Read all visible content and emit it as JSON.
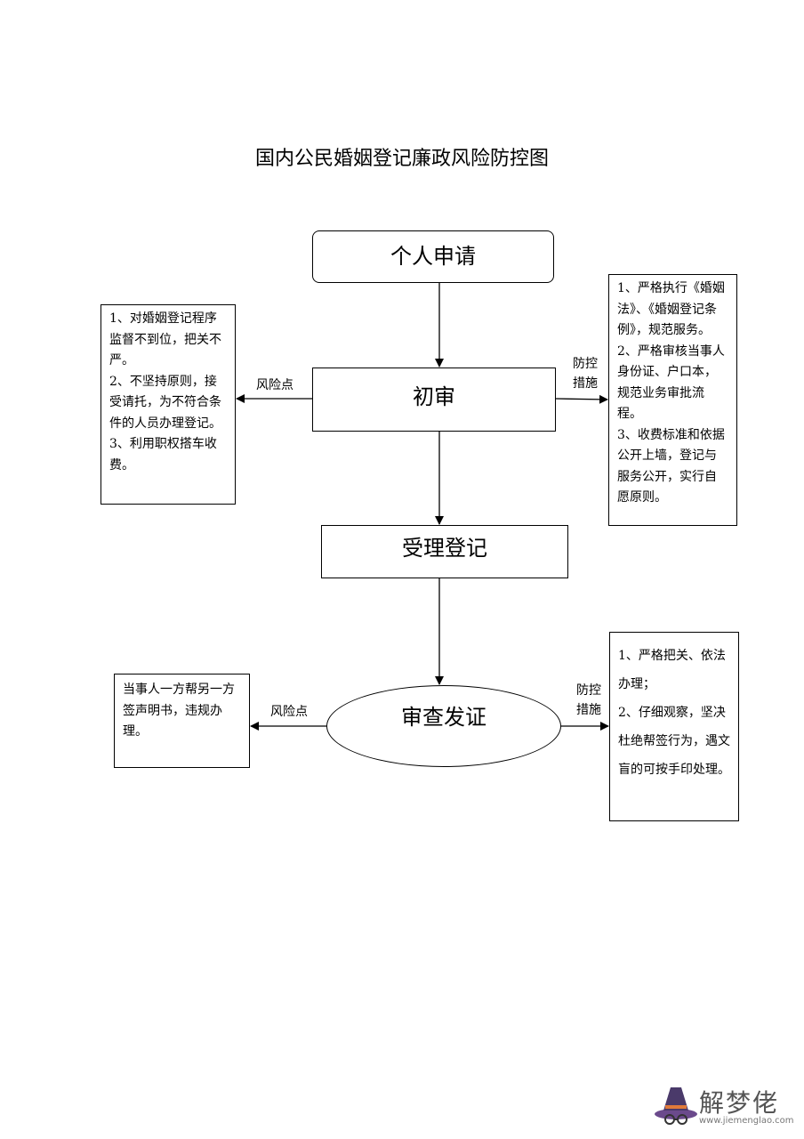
{
  "title": "国内公民婚姻登记廉政风险防控图",
  "nodes": {
    "apply": "个人申请",
    "review": "初审",
    "register": "受理登记",
    "issue": "审查发证"
  },
  "labels": {
    "risk_point": "风险点",
    "control_line1": "防控",
    "control_line2": "措施"
  },
  "risk_notes_review": [
    "1、对婚姻登记程序监督不到位，把关不严。",
    "2、不坚持原则，接受请托，为不符合条件的人员办理登记。",
    "3、利用职权搭车收费。"
  ],
  "control_notes_review": [
    "1、严格执行《婚姻法》、《婚姻登记条例》，规范服务。",
    "2、严格审核当事人身份证、户口本，规范业务审批流程。",
    "3、收费标准和依据公开上墙，登记与服务公开，实行自愿原则。"
  ],
  "risk_notes_issue": [
    "当事人一方帮另一方签声明书，违规办理。"
  ],
  "control_notes_issue": [
    "1、严格把关、依法办理；",
    "2、仔细观察，坚决杜绝帮签行为，遇文盲的可按手印处理。"
  ],
  "watermark": {
    "name": "解梦佬",
    "url": "www.jiemenglao.com"
  }
}
